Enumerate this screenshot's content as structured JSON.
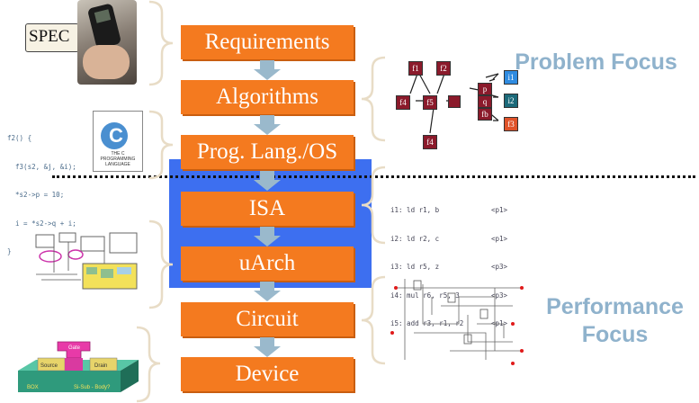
{
  "stages": [
    {
      "label": "Requirements"
    },
    {
      "label": "Algorithms"
    },
    {
      "label": "Prog. Lang./OS"
    },
    {
      "label": "ISA"
    },
    {
      "label": "uArch"
    },
    {
      "label": "Circuit"
    },
    {
      "label": "Device"
    }
  ],
  "focus": {
    "problem": "Problem Focus",
    "performance_line1": "Performance",
    "performance_line2": "Focus"
  },
  "spec_label": "SPEC",
  "program_code": [
    "f2() {",
    "  f3(s2, &j, &i);",
    "  *s2->p = 10;",
    "  i = *s2->q + i;",
    "}"
  ],
  "isa_code": [
    {
      "instr": "i1: ld r1, b",
      "tag": "<p1>"
    },
    {
      "instr": "i2: ld r2, c",
      "tag": "<p1>"
    },
    {
      "instr": "i3: ld r5, z",
      "tag": "<p3>"
    },
    {
      "instr": "i4: mul r6, r5, 3",
      "tag": "<p3>"
    },
    {
      "instr": "i5: add r3, r1, r2",
      "tag": "<p1>"
    }
  ],
  "book": {
    "title": "THE C PROGRAMMING LANGUAGE"
  },
  "graph_nodes": {
    "f1": "f1",
    "f2": "f2",
    "f4": "f4",
    "f5": "f5",
    "i1": "i1",
    "i2": "i2",
    "f3": "f3",
    "p": "p",
    "q": "q",
    "fb": "fb"
  },
  "device_labels": {
    "gate": "Gate",
    "source": "Source",
    "drain": "Drain",
    "box": "BOX",
    "body": "Si-Sub - Body?"
  },
  "colors": {
    "stage": "#f47a1f",
    "isa_box": "#3d6ff0",
    "focus_text": "#8fb2cc",
    "arrow": "#9ab9cc",
    "node": "#8b1a2b"
  }
}
